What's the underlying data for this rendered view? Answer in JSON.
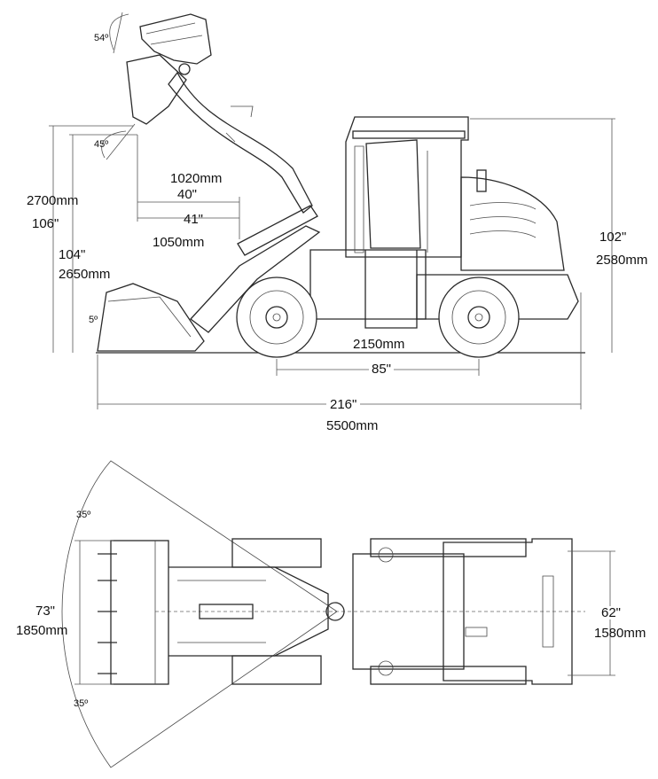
{
  "side_view": {
    "labels": {
      "angle_top": "54º",
      "angle_mid": "45º",
      "angle_low": "5º",
      "dump_reach_mm": "1020mm",
      "dump_reach_in": "40\"",
      "reach_low_in": "41\"",
      "reach_low_mm": "1050mm",
      "lift_height_mm": "2700mm",
      "lift_height_in": "106\"",
      "dump_height_in": "104\"",
      "dump_height_mm": "2650mm",
      "overall_height_in": "102\"",
      "overall_height_mm": "2580mm",
      "wheelbase_mm": "2150mm",
      "wheelbase_in": "85\"",
      "overall_length_in": "216\"",
      "overall_length_mm": "5500mm"
    }
  },
  "top_view": {
    "labels": {
      "angle_upper": "35º",
      "angle_lower": "35º",
      "bucket_width_in": "73\"",
      "bucket_width_mm": "1850mm",
      "track_width_in": "62\"",
      "track_width_mm": "1580mm"
    }
  }
}
